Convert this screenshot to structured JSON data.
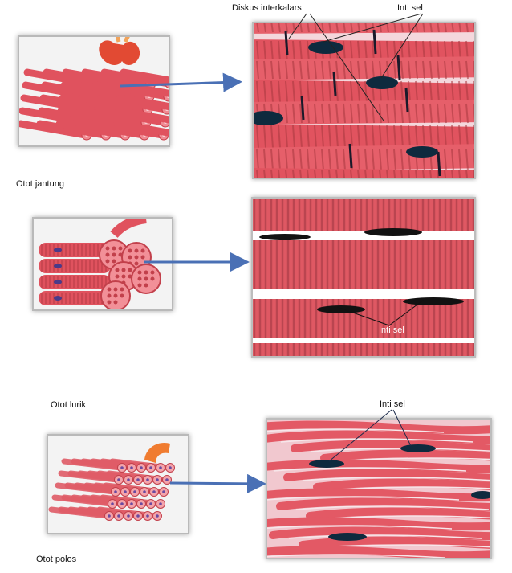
{
  "sections": [
    {
      "caption": "Otot jantung",
      "labels": {
        "intercalated_disc": "Diskus interkalars",
        "nucleus": "Inti sel"
      }
    },
    {
      "caption": "Otot lurik",
      "labels": {
        "nucleus": "Inti sel"
      }
    },
    {
      "caption": "Otot polos",
      "labels": {
        "nucleus": "Inti sel"
      }
    }
  ],
  "colors": {
    "muscle": "#e0525e",
    "muscle_light": "#f08b93",
    "nucleus": "#0e2a3e",
    "arrow": "#4a70b5",
    "heart": "#e24a33",
    "stomach": "#f07c30"
  }
}
